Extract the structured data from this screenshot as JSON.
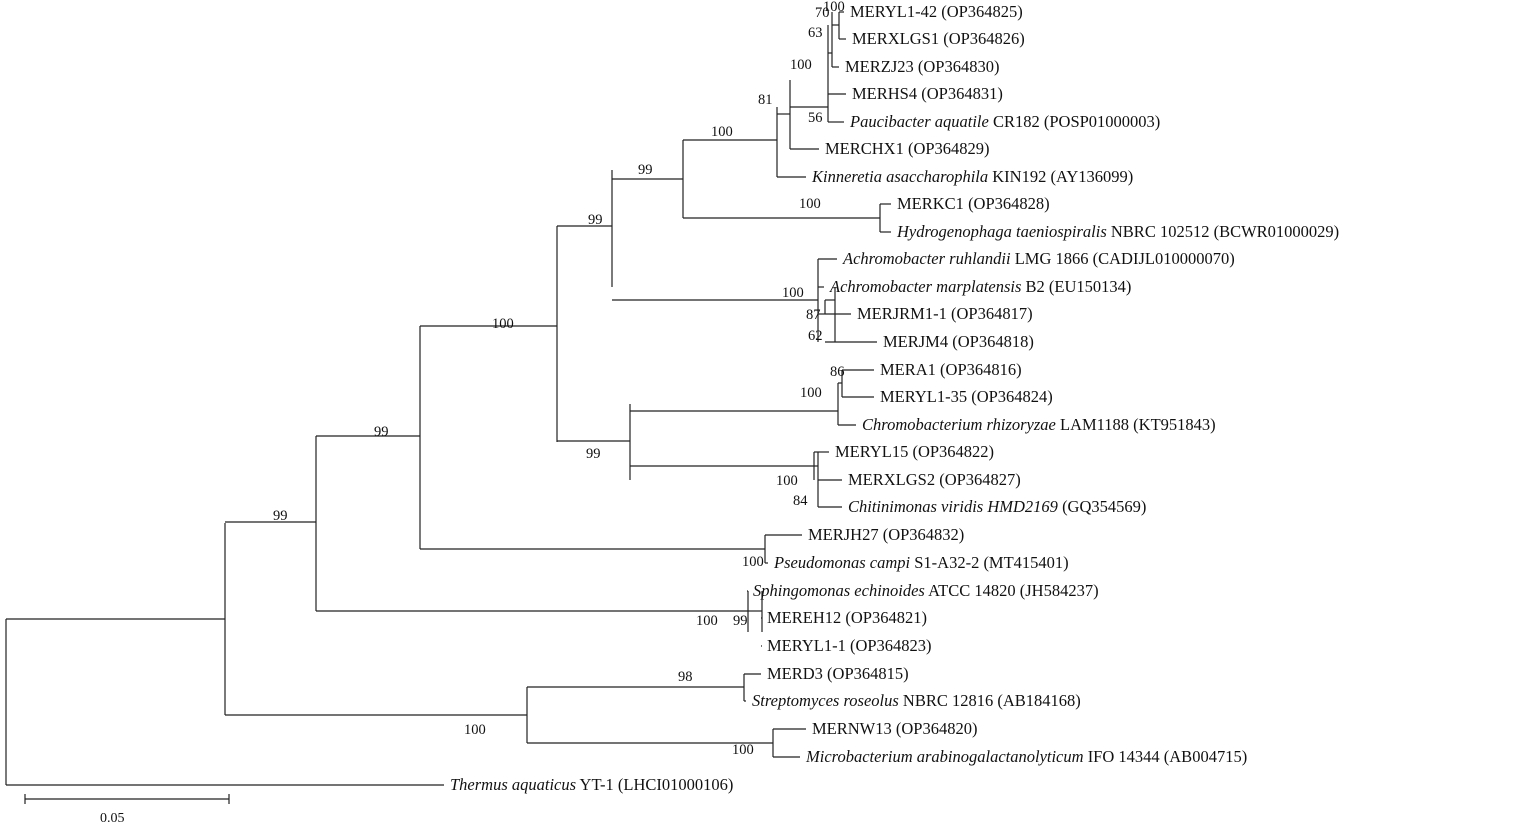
{
  "tree": {
    "taxa": [
      {
        "name": "MERYL1-42",
        "rest": " (OP364825)"
      },
      {
        "name": "MERXLGS1",
        "rest": " (OP364826)"
      },
      {
        "name": "MERZJ23",
        "rest": " (OP364830)"
      },
      {
        "name": "MERHS4",
        "rest": " (OP364831)"
      },
      {
        "name": "Paucibacter aquatile",
        "italic": true,
        "rest": " CR182 (POSP01000003)"
      },
      {
        "name": "MERCHX1",
        "rest": " (OP364829)"
      },
      {
        "name": "Kinneretia asaccharophila",
        "italic": true,
        "rest": " KIN192 (AY136099)"
      },
      {
        "name": "MERKC1",
        "rest": " (OP364828)"
      },
      {
        "name": "Hydrogenophaga taeniospiralis",
        "italic": true,
        "rest": " NBRC 102512 (BCWR01000029)"
      },
      {
        "name": "Achromobacter ruhlandii",
        "italic": true,
        "rest": " LMG 1866 (CADIJL010000070)"
      },
      {
        "name": "Achromobacter marplatensis",
        "italic": true,
        "rest": " B2 (EU150134)"
      },
      {
        "name": "MERJRM1-1",
        "rest": " (OP364817)"
      },
      {
        "name": "MERJM4",
        "rest": " (OP364818)"
      },
      {
        "name": "MERA1",
        "rest": " (OP364816)"
      },
      {
        "name": "MERYL1-35",
        "rest": " (OP364824)"
      },
      {
        "name": "Chromobacterium rhizoryzae",
        "italic": true,
        "rest": " LAM1188 (KT951843)"
      },
      {
        "name": "MERYL15",
        "rest": " (OP364822)"
      },
      {
        "name": "MERXLGS2",
        "rest": " (OP364827)"
      },
      {
        "name": "Chitinimonas viridis HMD2169",
        "italic": true,
        "rest": " (GQ354569)"
      },
      {
        "name": "MERJH27",
        "rest": " (OP364832)"
      },
      {
        "name": "Pseudomonas campi",
        "italic": true,
        "rest": " S1-A32-2 (MT415401)"
      },
      {
        "name": "Sphingomonas echinoides",
        "italic": true,
        "rest": " ATCC 14820 (JH584237)"
      },
      {
        "name": "MEREH12",
        "rest": " (OP364821)"
      },
      {
        "name": "MERYL1-1",
        "rest": " (OP364823)"
      },
      {
        "name": "MERD3",
        "rest": " (OP364815)"
      },
      {
        "name": "Streptomyces roseolus",
        "italic": true,
        "rest": " NBRC 12816 (AB184168)"
      },
      {
        "name": "MERNW13",
        "rest": " (OP364820)"
      },
      {
        "name": "Microbacterium arabinogalactanolyticum",
        "italic": true,
        "rest": " IFO 14344 (AB004715)"
      },
      {
        "name": "Thermus aquaticus",
        "italic": true,
        "rest": " YT-1 (LHCI01000106)"
      }
    ],
    "bootstrap": [
      "70",
      "63",
      "100",
      "56",
      "81",
      "100",
      "99",
      "100",
      "99",
      "100",
      "87",
      "62",
      "86",
      "100",
      "84",
      "100",
      "99",
      "100",
      "99",
      "100",
      "99",
      "100",
      "99",
      "98",
      "100",
      "100",
      "100"
    ],
    "scale_label": "0.05"
  }
}
